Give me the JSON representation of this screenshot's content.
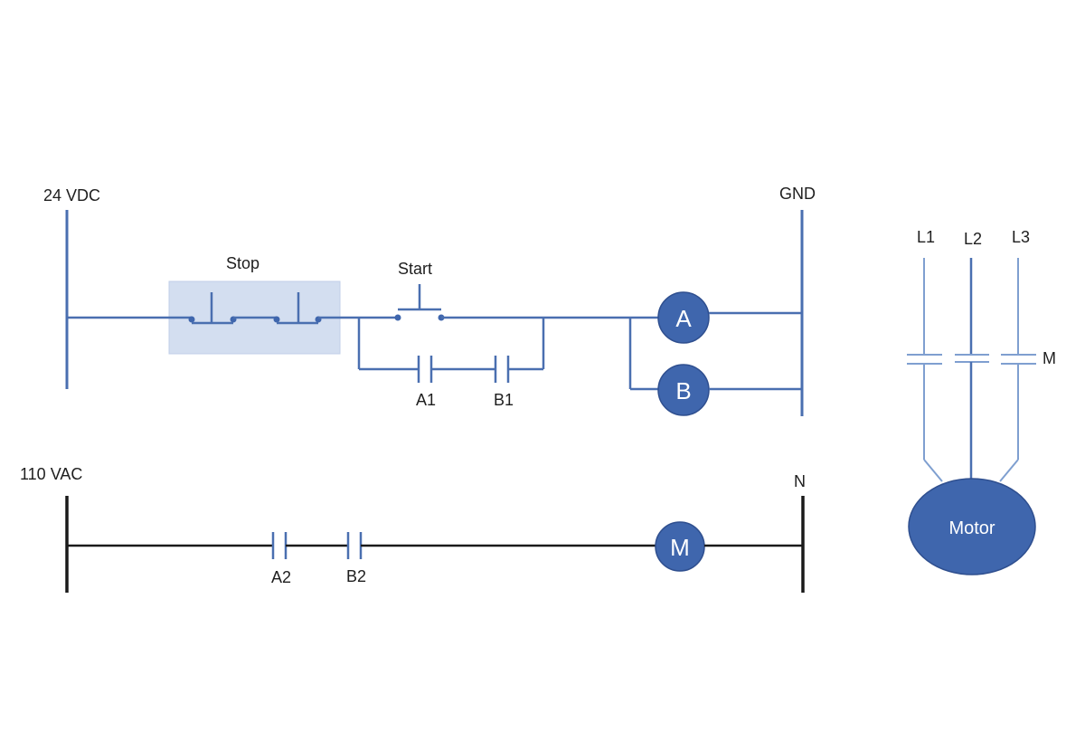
{
  "control": {
    "supply_label": "24 VDC",
    "ground_label": "GND",
    "stop_label": "Stop",
    "start_label": "Start",
    "contact_a1": "A1",
    "contact_b1": "B1",
    "coil_a": "A",
    "coil_b": "B"
  },
  "power": {
    "supply_label": "110 VAC",
    "neutral_label": "N",
    "contact_a2": "A2",
    "contact_b2": "B2",
    "coil_m": "M"
  },
  "motor": {
    "line1": "L1",
    "line2": "L2",
    "line3": "L3",
    "contactor_label": "M",
    "motor_label": "Motor"
  },
  "colors": {
    "wire_blue": "#4a6fb0",
    "coil_fill": "#3f66ad",
    "stop_highlight": "#d3def0",
    "wire_black": "#1a1a1a"
  }
}
